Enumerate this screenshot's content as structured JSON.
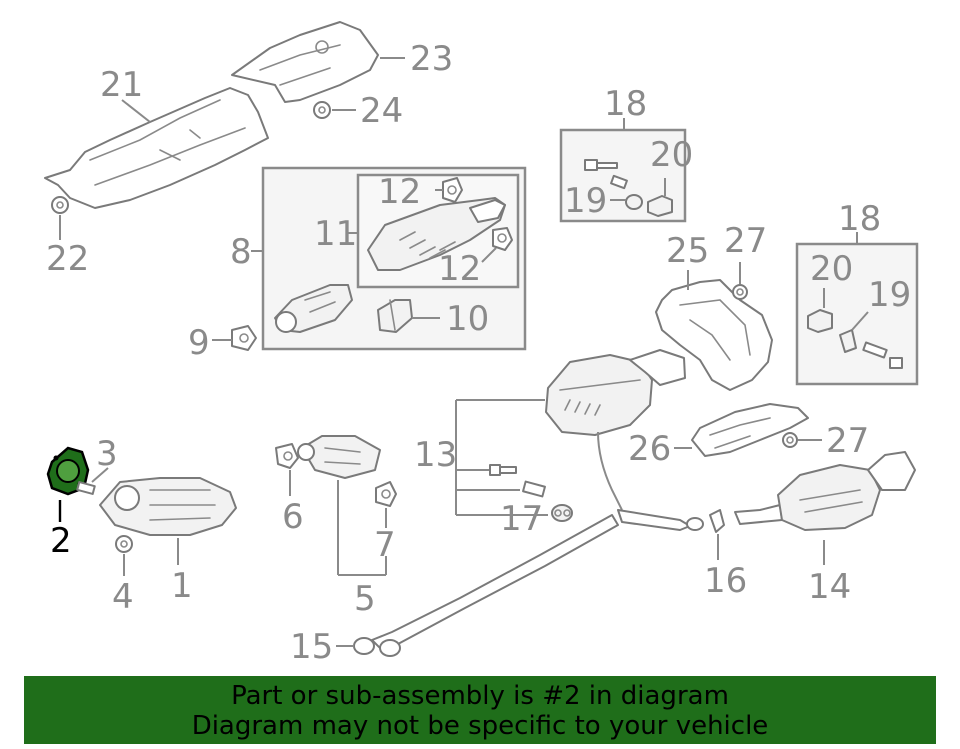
{
  "callouts": {
    "c1": "1",
    "c2": "2",
    "c3": "3",
    "c4": "4",
    "c5": "5",
    "c6": "6",
    "c7": "7",
    "c8": "8",
    "c9": "9",
    "c10": "10",
    "c11": "11",
    "c12a": "12",
    "c12b": "12",
    "c13": "13",
    "c14": "14",
    "c15": "15",
    "c16": "16",
    "c17": "17",
    "c18a": "18",
    "c18b": "18",
    "c19a": "19",
    "c19b": "19",
    "c20a": "20",
    "c20b": "20",
    "c21": "21",
    "c22": "22",
    "c23": "23",
    "c24": "24",
    "c25": "25",
    "c26": "26",
    "c27a": "27",
    "c27b": "27"
  },
  "highlight": {
    "part_number": "2",
    "color": "#1f6e1a"
  },
  "banner": {
    "line1": "Part or sub-assembly is #2 in diagram",
    "line2": "Diagram may not be specific to your vehicle",
    "background": "#1f6e1a"
  }
}
